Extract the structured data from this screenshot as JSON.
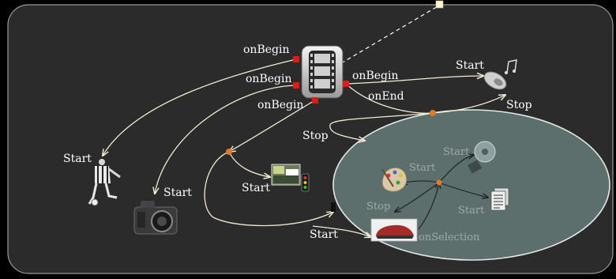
{
  "labels": {
    "onBegin_1": "onBegin",
    "onBegin_2": "onBegin",
    "onBegin_3": "onBegin",
    "onBegin_right": "onBegin",
    "onEnd": "onEnd",
    "start_sound": "Start",
    "stop_sound": "Stop",
    "stop_ellipse": "Stop",
    "start_player": "Start",
    "start_camera": "Start",
    "start_video": "Start",
    "start_bottom": "Start",
    "inner_start_top": "Start",
    "inner_start_mid": "Start",
    "inner_start_right": "Start",
    "inner_stop": "Stop",
    "on_selection": "onSelection"
  },
  "icons": {
    "film": "film-reel-icon",
    "sound": "speaker-icon",
    "player": "soccer-player-icon",
    "camera": "camera-icon",
    "video": "video-clip-icon",
    "palette": "paint-palette-icon",
    "disc": "disc-icon",
    "document": "document-icon",
    "shoe": "shoe-icon"
  },
  "colors": {
    "canvas": "#2b2b2b",
    "node_red": "#e01a1a",
    "branch_orange": "#e07b26",
    "edge": "#f3ead0",
    "ellipse_fill": "#5d6f6c"
  }
}
